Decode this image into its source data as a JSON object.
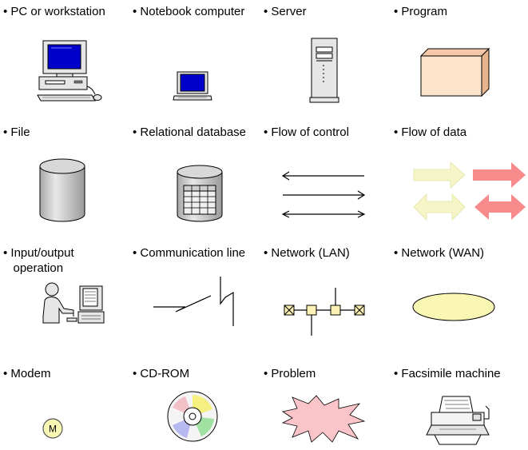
{
  "legend": [
    {
      "key": "pc",
      "label": "• PC or workstation",
      "icon": "pc-workstation-icon"
    },
    {
      "key": "notebook",
      "label": "• Notebook computer",
      "icon": "notebook-computer-icon"
    },
    {
      "key": "server",
      "label": "• Server",
      "icon": "server-icon"
    },
    {
      "key": "program",
      "label": "• Program",
      "icon": "program-icon"
    },
    {
      "key": "file",
      "label": "• File",
      "icon": "file-icon"
    },
    {
      "key": "rdb",
      "label": "• Relational database",
      "icon": "relational-database-icon"
    },
    {
      "key": "control",
      "label": "• Flow of control",
      "icon": "flow-of-control-icon"
    },
    {
      "key": "data",
      "label": "• Flow of data",
      "icon": "flow-of-data-icon"
    },
    {
      "key": "io",
      "label": "• Input/output\n   operation",
      "icon": "input-output-operation-icon"
    },
    {
      "key": "comm",
      "label": "• Communication line",
      "icon": "communication-line-icon"
    },
    {
      "key": "lan",
      "label": "• Network (LAN)",
      "icon": "network-lan-icon"
    },
    {
      "key": "wan",
      "label": "• Network (WAN)",
      "icon": "network-wan-icon"
    },
    {
      "key": "modem",
      "label": "• Modem",
      "icon": "modem-icon",
      "icon_text": "M"
    },
    {
      "key": "cdrom",
      "label": "• CD-ROM",
      "icon": "cd-rom-icon"
    },
    {
      "key": "problem",
      "label": "• Problem",
      "icon": "problem-icon"
    },
    {
      "key": "fax",
      "label": "• Facsimile machine",
      "icon": "facsimile-machine-icon"
    }
  ],
  "colors": {
    "outline": "#000000",
    "screen_blue": "#0000cc",
    "device_gray": "#e6e6e6",
    "program_fill": "#fde2cc",
    "cylinder_gray": "#c8c8c8",
    "data_arrow_light": "#f5f5c8",
    "data_arrow_red": "#f78a8a",
    "lan_node": "#fdf0b4",
    "wan_fill": "#faf6b4",
    "modem_fill": "#faf6b4",
    "problem_fill": "#fbc4c8"
  }
}
